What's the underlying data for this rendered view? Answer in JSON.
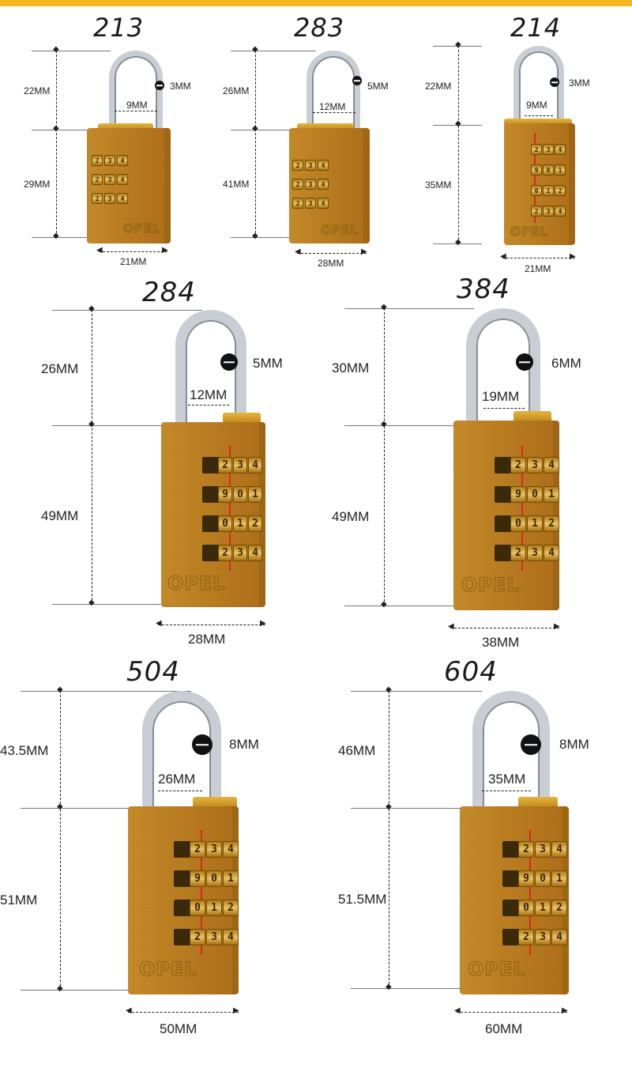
{
  "colors": {
    "accent_bar": "#f5b51c",
    "brass": "#dbb462",
    "chrome": "#c9ced4",
    "indicator": "#d9281f"
  },
  "icons": [
    "diameter-marker-icon",
    "logo-opel"
  ],
  "brand": "OPEL",
  "locks": [
    {
      "model": "213",
      "shackle_height": "22MM",
      "body_height": "29MM",
      "shackle_diameter": "3MM",
      "shackle_gap": "9MM",
      "body_width": "21MM",
      "wheels": [
        [
          "2",
          "3",
          "4"
        ],
        [
          "2",
          "3",
          "4"
        ],
        [
          "2",
          "3",
          "4"
        ]
      ]
    },
    {
      "model": "283",
      "shackle_height": "26MM",
      "body_height": "41MM",
      "shackle_diameter": "5MM",
      "shackle_gap": "12MM",
      "body_width": "28MM",
      "wheels": [
        [
          "2",
          "3",
          "4"
        ],
        [
          "2",
          "3",
          "4"
        ],
        [
          "2",
          "3",
          "4"
        ]
      ]
    },
    {
      "model": "214",
      "shackle_height": "22MM",
      "body_height": "35MM",
      "shackle_diameter": "3MM",
      "shackle_gap": "9MM",
      "body_width": "21MM",
      "wheels": [
        [
          "2",
          "3",
          "4"
        ],
        [
          "9",
          "0",
          "1"
        ],
        [
          "0",
          "1",
          "2"
        ],
        [
          "2",
          "3",
          "4"
        ]
      ]
    },
    {
      "model": "284",
      "shackle_height": "26MM",
      "body_height": "49MM",
      "shackle_diameter": "5MM",
      "shackle_gap": "12MM",
      "body_width": "28MM",
      "wheels": [
        [
          "2",
          "3",
          "4"
        ],
        [
          "9",
          "0",
          "1"
        ],
        [
          "0",
          "1",
          "2"
        ],
        [
          "2",
          "3",
          "4"
        ]
      ]
    },
    {
      "model": "384",
      "shackle_height": "30MM",
      "body_height": "49MM",
      "shackle_diameter": "6MM",
      "shackle_gap": "19MM",
      "body_width": "38MM",
      "wheels": [
        [
          "2",
          "3",
          "4"
        ],
        [
          "9",
          "0",
          "1"
        ],
        [
          "0",
          "1",
          "2"
        ],
        [
          "2",
          "3",
          "4"
        ]
      ]
    },
    {
      "model": "504",
      "shackle_height": "43.5MM",
      "body_height": "51MM",
      "shackle_diameter": "8MM",
      "shackle_gap": "26MM",
      "body_width": "50MM",
      "wheels": [
        [
          "2",
          "3",
          "4"
        ],
        [
          "9",
          "0",
          "1"
        ],
        [
          "0",
          "1",
          "2"
        ],
        [
          "2",
          "3",
          "4"
        ]
      ]
    },
    {
      "model": "604",
      "shackle_height": "46MM",
      "body_height": "51.5MM",
      "shackle_diameter": "8MM",
      "shackle_gap": "35MM",
      "body_width": "60MM",
      "wheels": [
        [
          "2",
          "3",
          "4"
        ],
        [
          "9",
          "0",
          "1"
        ],
        [
          "0",
          "1",
          "2"
        ],
        [
          "2",
          "3",
          "4"
        ]
      ]
    }
  ]
}
